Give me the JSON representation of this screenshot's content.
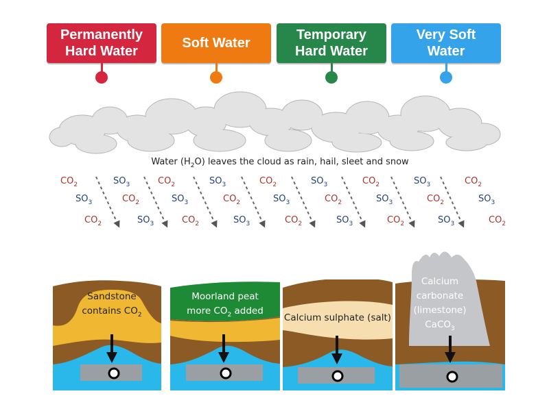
{
  "labels": [
    {
      "text": "Permanently\nHard Water",
      "color": "#d4273f"
    },
    {
      "text": "Soft Water",
      "color": "#f07a12"
    },
    {
      "text": "Temporary\nHard Water",
      "color": "#27874a"
    },
    {
      "text": "Very Soft\nWater",
      "color": "#35a3ea"
    }
  ],
  "caption": {
    "prefix": "Water (H",
    "sub": "2",
    "suffix": "O) leaves the cloud as rain, hail, sleet and snow"
  },
  "gases": {
    "co2": {
      "base": "CO",
      "sub": "2",
      "color": "#a8322c"
    },
    "so3": {
      "base": "SO",
      "sub": "3",
      "color": "#24417a"
    }
  },
  "panels": [
    {
      "line1": "Sandstone",
      "line2_base": "contains CO",
      "line2_sub": "2",
      "line3": ""
    },
    {
      "line1": "Moorland peat",
      "line2_base": "more CO",
      "line2_sub": "2",
      "line2_after": " added"
    },
    {
      "line1": "Calcium sulphate (salt)"
    },
    {
      "line1": "Calcium",
      "line2": "carbonate",
      "line3": "(limestone)",
      "line4_base": "CaCO",
      "line4_sub": "3"
    }
  ],
  "colors": {
    "earth": "#8c5a24",
    "sandstone": "#f0b733",
    "peat": "#1f8a35",
    "sulphate": "#f7deb0",
    "limestone": "#c5c6c9",
    "water": "#2ab8ea",
    "well": "#9a9fa4",
    "cloud": "#e3e3e3"
  }
}
